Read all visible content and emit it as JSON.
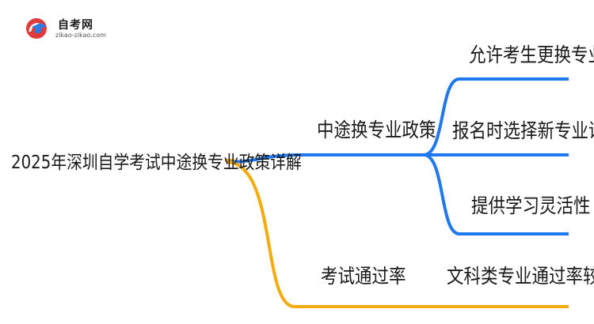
{
  "logo": {
    "icon": "graduation-cap-icon",
    "title": "自考网",
    "subtitle": "zikao-zikao.com"
  },
  "colors": {
    "blue": "#1e78ee",
    "orange": "#f5ab0b",
    "text": "#1a1a1a"
  },
  "mindmap": {
    "root": "2025年深圳自学考试中途换专业政策详解",
    "branches": [
      {
        "label": "中途换专业政策",
        "color": "blue",
        "children": [
          "允许考生更换专业",
          "报名时选择新专业课程",
          "提供学习灵活性"
        ]
      },
      {
        "label": "考试通过率",
        "color": "orange",
        "children": [
          "文科类专业通过率较高"
        ]
      }
    ]
  }
}
